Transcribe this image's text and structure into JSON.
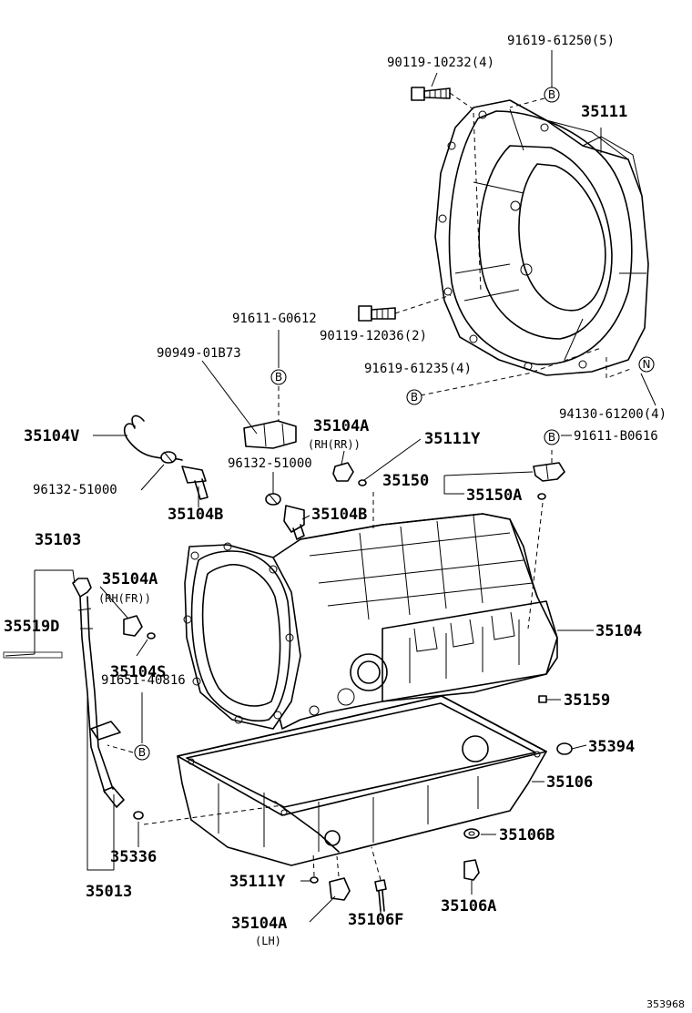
{
  "figure_number": "353968",
  "labels": {
    "p91619_61250": "91619-61250(5)",
    "p90119_10232": "90119-10232(4)",
    "p35111": "35111",
    "p91611_G0612": "91611-G0612",
    "p90119_12036": "90119-12036(2)",
    "p90949_01B73": "90949-01B73",
    "p91619_61235": "91619-61235(4)",
    "p94130_61200": "94130-61200(4)",
    "p35104V": "35104V",
    "p35104A_rr": "35104A",
    "note_rh_rr": "(RH(RR))",
    "p35111Y_top": "35111Y",
    "p91611_B0616": "91611-B0616",
    "p96132_51000_right": "96132-51000",
    "p96132_51000_left": "96132-51000",
    "p35150": "35150",
    "p35150A": "35150A",
    "p35104B_left": "35104B",
    "p35104B_right": "35104B",
    "p35103": "35103",
    "p35104A_fr": "35104A",
    "note_rh_fr": "(RH(FR))",
    "p35519D": "35519D",
    "p35104": "35104",
    "p35104S": "35104S",
    "p35159": "35159",
    "p91651_40816": "91651-40816",
    "p35394": "35394",
    "p35106": "35106",
    "p35106B": "35106B",
    "p35336": "35336",
    "p35013": "35013",
    "p35111Y_bottom": "35111Y",
    "p35106A": "35106A",
    "p35104A_lh": "35104A",
    "note_lh": "(LH)",
    "p35106F": "35106F"
  },
  "reference_markers": {
    "b": "B",
    "n": "N"
  }
}
